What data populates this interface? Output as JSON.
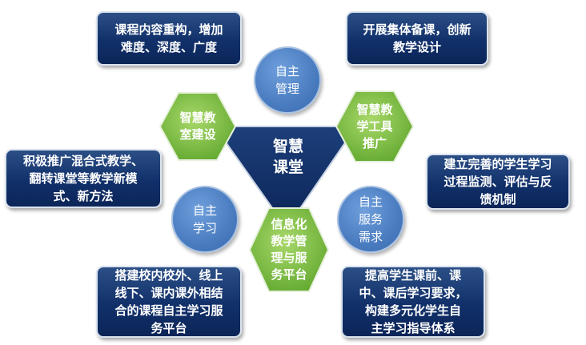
{
  "center": {
    "line1": "智慧",
    "line2": "课堂"
  },
  "hexagons": {
    "top_left": {
      "line1": "智慧教",
      "line2": "室建设"
    },
    "top_right": {
      "line1": "智慧教",
      "line2": "学工具",
      "line3": "推广"
    },
    "bottom": {
      "line1": "信息化",
      "line2": "教学管",
      "line3": "理与服",
      "line4": "务平台"
    }
  },
  "circles": {
    "top": {
      "line1": "自主",
      "line2": "管理"
    },
    "left": {
      "line1": "自主",
      "line2": "学习"
    },
    "right": {
      "line1": "自主",
      "line2": "服务",
      "line3": "需求"
    }
  },
  "boxes": {
    "top_left": {
      "line1": "课程内容重构，增加",
      "line2": "难度、深度、广度"
    },
    "top_right": {
      "line1": "开展集体备课，创新",
      "line2": "教学设计"
    },
    "mid_left": {
      "line1": "积极推广混合式教学、",
      "line2": "翻转课堂等教学新模",
      "line3": "式、新方法"
    },
    "mid_right": {
      "line1": "建立完善的学生学习",
      "line2": "过程监测、评估与反",
      "line3": "馈机制"
    },
    "bottom_left": {
      "line1": "搭建校内校外、线上",
      "line2": "线下、课内课外相结",
      "line3": "合的课程自主学习服",
      "line4": "务平台"
    },
    "bottom_right": {
      "line1": "提高学生课前、课",
      "line2": "中、课后学习要求，",
      "line3": "构建多元化学生自",
      "line4": "主学习指导体系"
    }
  },
  "colors": {
    "box_navy": "#11306a",
    "hex_green": "#7cc043",
    "circle_blue": "#4a7cc0",
    "triangle_navy": "#0f2d66"
  }
}
